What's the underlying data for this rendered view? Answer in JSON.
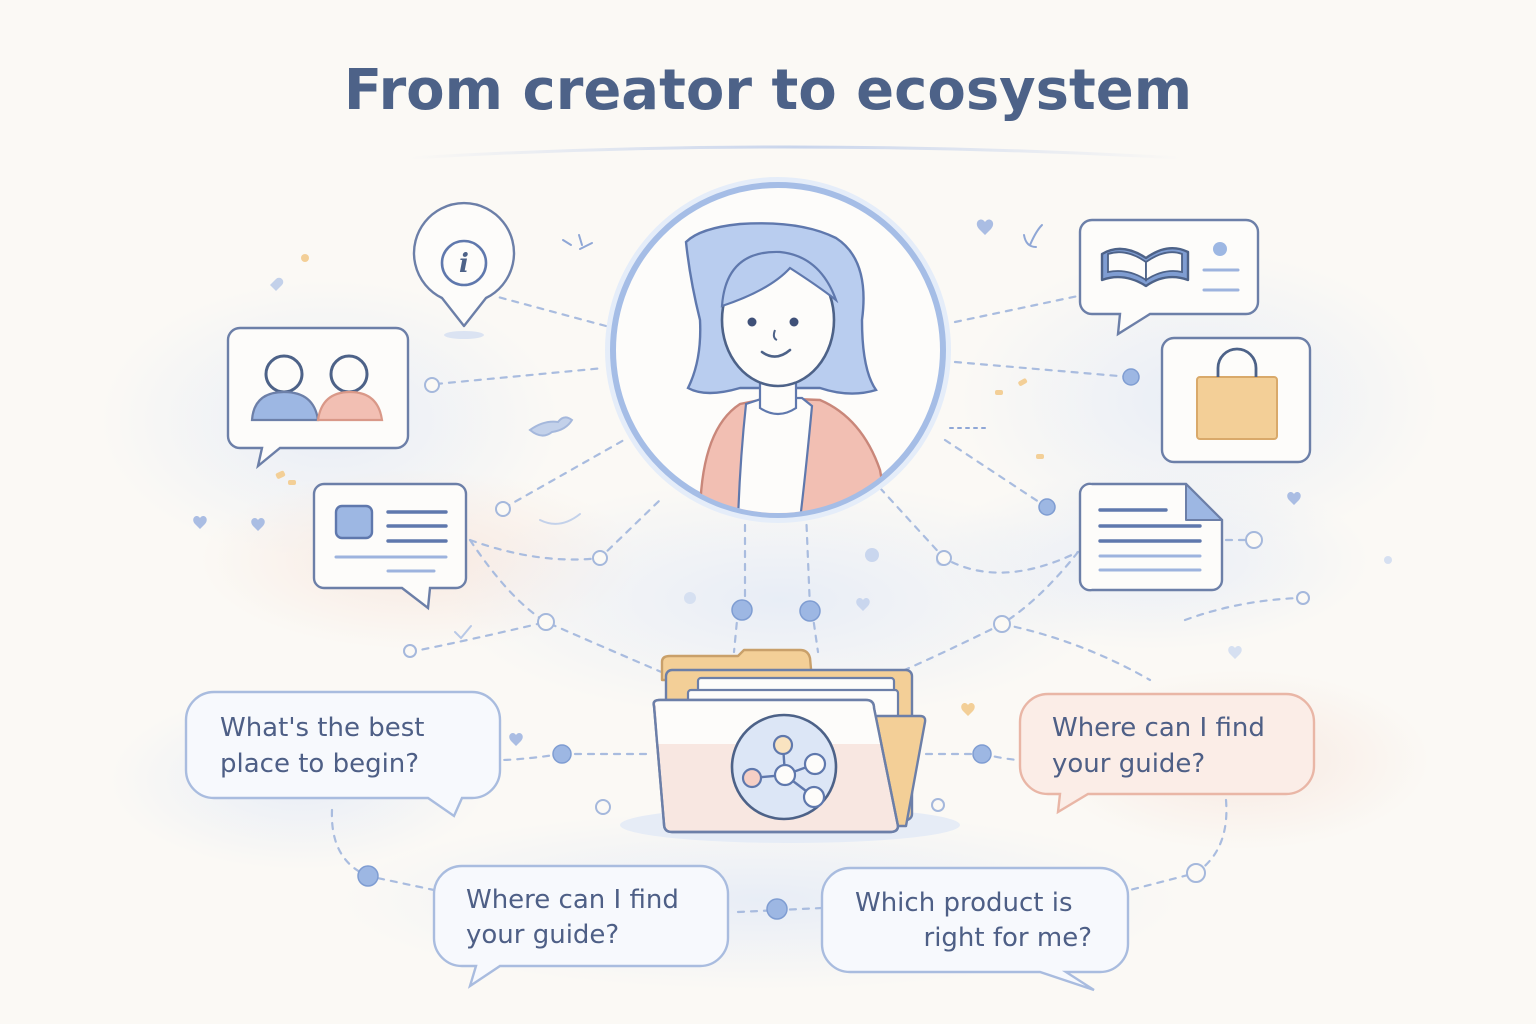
{
  "title": "From creator to ecosystem",
  "center": {
    "icon": "creator-avatar-icon"
  },
  "hub": {
    "icon": "folder-network-icon"
  },
  "icons": [
    "info-pin-icon",
    "community-icon",
    "article-card-icon",
    "open-book-icon",
    "shopping-bag-icon",
    "document-icon"
  ],
  "questions": [
    {
      "line1": "What's the best",
      "line2": "place to begin?"
    },
    {
      "line1": "Where can I find",
      "line2": "your guide?"
    },
    {
      "line1": "Where can I find",
      "line2": "your guide?"
    },
    {
      "line1": "Which product is",
      "line2": "right for me?"
    }
  ],
  "colors": {
    "ink": "#4d6288",
    "accent_blue": "#9db7e3",
    "accent_peach": "#f2bfb3",
    "accent_gold": "#f3cf97"
  }
}
